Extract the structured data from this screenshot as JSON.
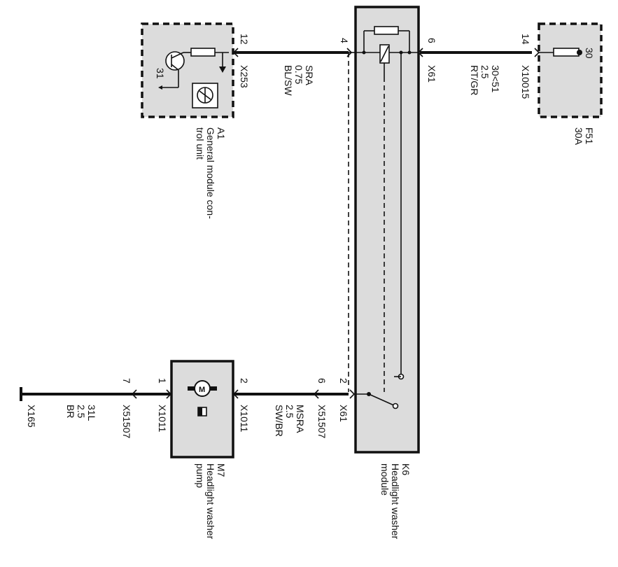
{
  "components": {
    "a1": {
      "id": "A1",
      "name_line1": "General module con-",
      "name_line2": "trol unit",
      "ground_pin": "31"
    },
    "f51": {
      "id": "F51",
      "rating": "30A",
      "terminal": "30"
    },
    "k6": {
      "id": "K6",
      "name_line1": "Headlight washer",
      "name_line2": "module"
    },
    "m7": {
      "id": "M7",
      "name_line1": "Headlight washer",
      "name_line2": "pump",
      "symbol": "M"
    }
  },
  "pins": {
    "a1_12": "12",
    "k6_4": "4",
    "k6_6": "6",
    "f51_14": "14",
    "k6_2": "2",
    "x51507_6": "6",
    "m7_2": "2",
    "m7_1": "1",
    "x51507_7": "7"
  },
  "connectors": {
    "x253": "X253",
    "x61_top": "X61",
    "x10015": "X10015",
    "x61_bottom": "X61",
    "x51507_right": "X51507",
    "x1011_right": "X1011",
    "x1011_left": "X1011",
    "x51507_left": "X51507",
    "x165": "X165"
  },
  "wires": {
    "w_sra": [
      "SRA",
      "0.75",
      "BL/SW"
    ],
    "w_30": [
      "30<51",
      "2.5",
      "RT/GR"
    ],
    "w_msra": [
      "MSRA",
      "2.5",
      "SW/BR"
    ],
    "w_31l": [
      "31L",
      "2.5",
      "BR"
    ]
  }
}
